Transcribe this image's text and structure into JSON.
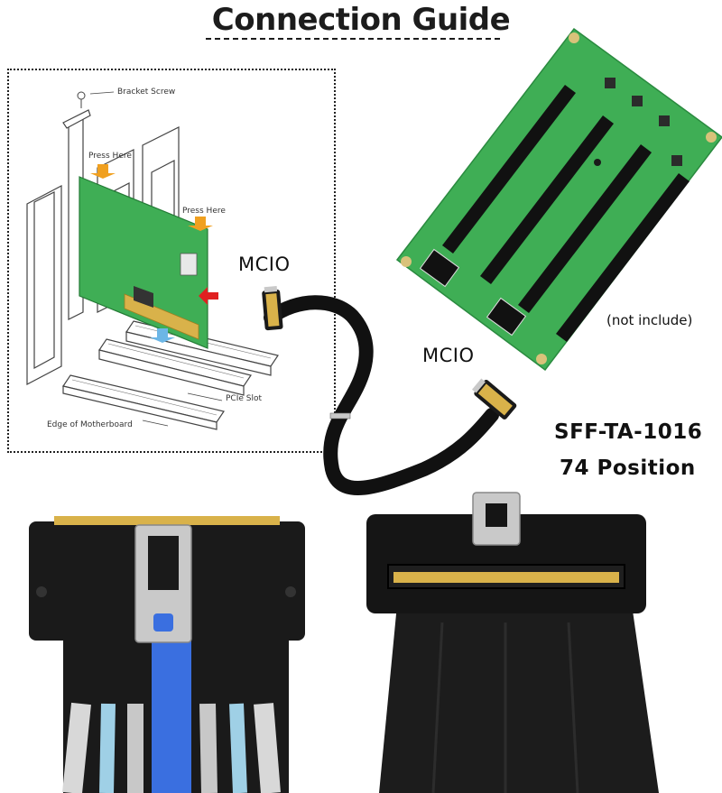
{
  "header": {
    "title": "Connection Guide"
  },
  "diagram": {
    "labels": {
      "bracket_screw": "Bracket Screw",
      "press_here_1": "Press Here",
      "press_here_2": "Press Here",
      "pcie_slot": "PCIe Slot",
      "edge_motherboard": "Edge of Motherboard"
    }
  },
  "cable": {
    "connector_label_1": "MCIO",
    "connector_label_2": "MCIO"
  },
  "board": {
    "note": "(not include)"
  },
  "spec": {
    "line1": "SFF-TA-1016",
    "line2": "74 Position"
  },
  "colors": {
    "pcb_green": "#3fae55",
    "connector_black": "#1a1a1a",
    "gold_contacts": "#d9b24a",
    "latch_metal": "#c9c9c9",
    "pull_tab_blue": "#3a6fe0",
    "arrow_red": "#e02020",
    "arrow_orange": "#f0a020"
  }
}
